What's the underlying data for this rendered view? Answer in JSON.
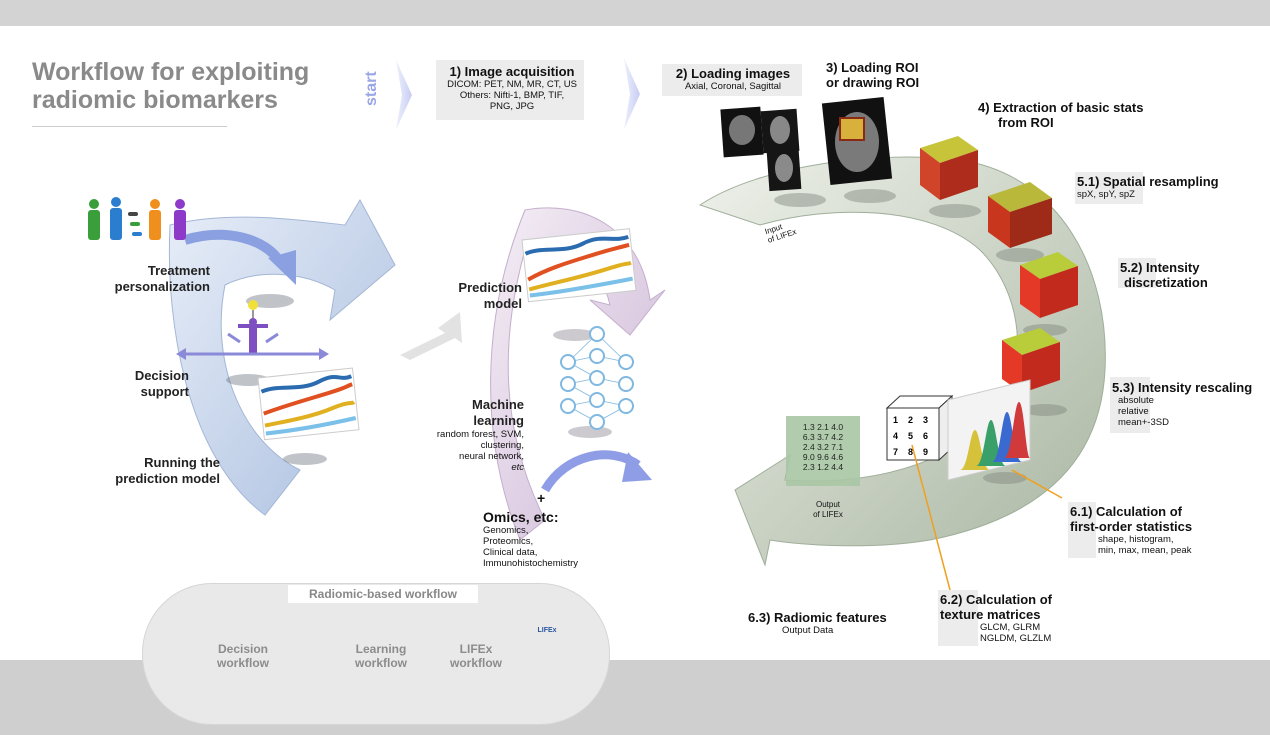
{
  "title": {
    "line1": "Workflow for exploiting",
    "line2": "radiomic biomarkers"
  },
  "start_label": "start",
  "steps": {
    "s1": {
      "head": "1) Image acquisition",
      "l1": "DICOM: PET, NM, MR, CT, US",
      "l2": "Others: Nifti-1, BMP, TIF,",
      "l3": "PNG, JPG"
    },
    "s2": {
      "head": "2) Loading images",
      "l1": "Axial, Coronal, Sagittal"
    },
    "s3": {
      "head1": "3) Loading ROI",
      "head2": "or drawing ROI"
    },
    "s4": {
      "head1": "4) Extraction of basic stats",
      "head2": "from ROI"
    },
    "s51": {
      "head": "5.1) Spatial resampling",
      "l1": "spX, spY, spZ"
    },
    "s52": {
      "head1": "5.2) Intensity",
      "head2": "discretization"
    },
    "s53": {
      "head": "5.3) Intensity rescaling",
      "l1": "absolute",
      "l2": "relative",
      "l3": "mean+-3SD"
    },
    "s61": {
      "head1": "6.1) Calculation of",
      "head2": "first-order statistics",
      "l1": "shape, histogram,",
      "l2": "min, max, mean, peak"
    },
    "s62": {
      "head1": "6.2) Calculation of",
      "head2": "texture matrices",
      "l1": "GLCM, GLRM",
      "l2": "NGLDM, GLZLM"
    },
    "s63": {
      "head": "6.3) Radiomic features",
      "l1": "Output Data"
    }
  },
  "lifex": {
    "input1": "Input",
    "input2": "of LIFEx",
    "output1": "Output",
    "output2": "of LIFEx"
  },
  "output_matrix": [
    "1.3  2.1  4.0",
    "6.3  3.7  4.2",
    "2.4  3.2  7.1",
    "9.0  9.6  4.6",
    "2.3  1.2  4.4"
  ],
  "texture_cube": [
    "1",
    "2",
    "3",
    "4",
    "5",
    "6",
    "7",
    "8",
    "9"
  ],
  "learning": {
    "prediction1": "Prediction",
    "prediction2": "model",
    "ml1": "Machine",
    "ml2": "learning",
    "ml_l1": "random forest, SVM,",
    "ml_l2": "clustering,",
    "ml_l3": "neural network,",
    "ml_l4": "etc",
    "omics_head": "Omics, etc:",
    "omics_l1": "Genomics,",
    "omics_l2": "Proteomics,",
    "omics_l3": "Clinical data,",
    "omics_l4": "Immunohistochemistry",
    "plus": "+"
  },
  "decision": {
    "treat1": "Treatment",
    "treat2": "personalization",
    "support1": "Decision",
    "support2": "support",
    "run1": "Running the",
    "run2": "prediction model"
  },
  "legend": {
    "title": "Radiomic-based workflow",
    "decision1": "Decision",
    "decision2": "workflow",
    "learning1": "Learning",
    "learning2": "workflow",
    "lifex1": "LIFEx",
    "lifex2": "workflow",
    "lifex_logo": "LIFEx"
  },
  "colors": {
    "decision": "#bcd0ec",
    "learning": "#dcc8e2",
    "lifex": "#c5cfc0",
    "accent": "#9aa6e6",
    "orange": "#f0a020"
  }
}
